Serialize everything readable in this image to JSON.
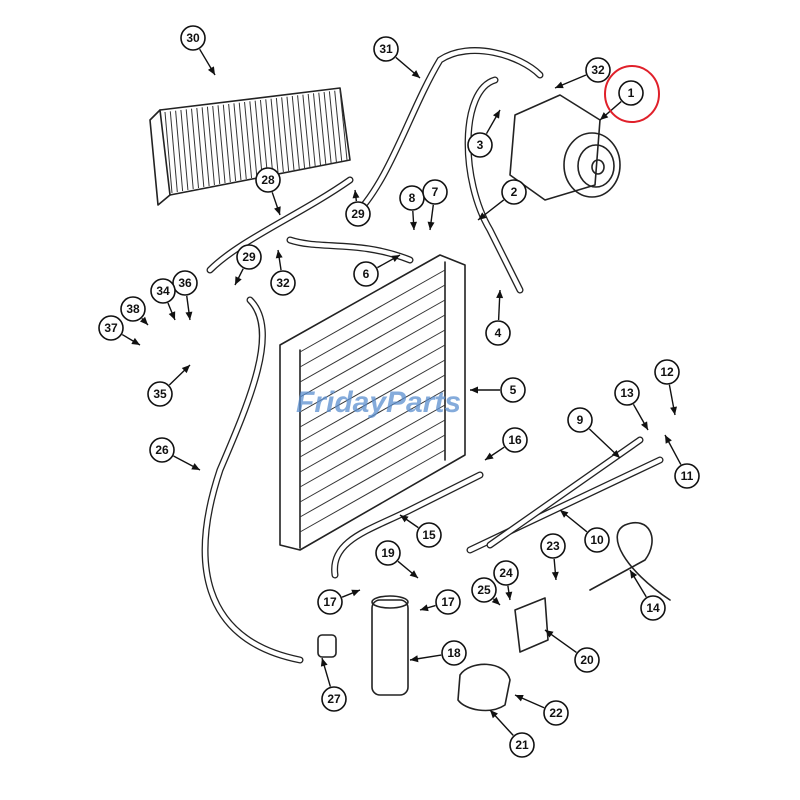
{
  "diagram": {
    "watermark": "FridayParts",
    "highlight_color": "#e0202a",
    "watermark_color": "#5b8fd0",
    "highlighted_callout": "1",
    "callouts": [
      "30",
      "31",
      "32",
      "1",
      "3",
      "2",
      "28",
      "29",
      "8",
      "7",
      "6",
      "29",
      "32",
      "36",
      "34",
      "38",
      "37",
      "4",
      "35",
      "5",
      "13",
      "12",
      "9",
      "11",
      "16",
      "26",
      "15",
      "10",
      "19",
      "23",
      "24",
      "25",
      "17",
      "17",
      "14",
      "18",
      "20",
      "27",
      "22",
      "21"
    ]
  }
}
